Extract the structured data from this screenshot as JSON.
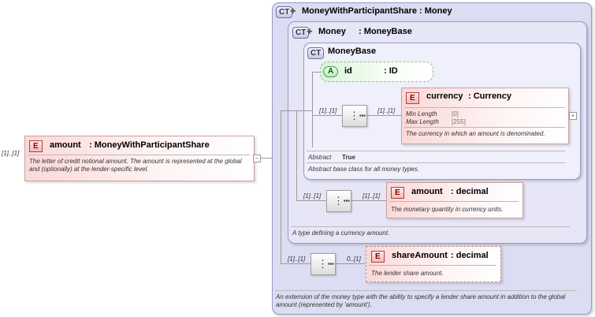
{
  "root": {
    "card": "[1]..[1]",
    "name": "amount",
    "type": ": MoneyWithParticipantShare",
    "doc": "The letter of credit notional amount. The amount is represented at the global and (optionally) at the lender-specific level."
  },
  "ct_outer": {
    "badge": "CT",
    "title": "MoneyWithParticipantShare : Money",
    "doc": "An extension of the money type with the ability to specify a lender share amount in addition to the global amount (represented by 'amount')."
  },
  "ct_money": {
    "badge": "CT",
    "title": "Money",
    "type": ": MoneyBase",
    "doc": "A type defining a currency amount."
  },
  "ct_moneybase": {
    "badge": "CT",
    "title": "MoneyBase",
    "abstract_label": "Abstract",
    "abstract_value": "True",
    "doc": "Abstract base class for all money types."
  },
  "attr_id": {
    "badge": "A",
    "name": "id",
    "type": ": ID"
  },
  "seq1": {
    "card_in": "[1]..[1]",
    "card_out": "[1]..[1]"
  },
  "currency": {
    "badge": "E",
    "name": "currency",
    "type": ": Currency",
    "facet1_label": "Min Length",
    "facet1_value": "[0]",
    "facet2_label": "Max Length",
    "facet2_value": "[255]",
    "doc": "The currency in which an amount is denominated."
  },
  "seq2": {
    "card_in": "[1]..[1]",
    "card_out": "[1]..[1]"
  },
  "amount_decimal": {
    "badge": "E",
    "name": "amount",
    "type": ": decimal",
    "doc": "The monetary quantity in currency units."
  },
  "seq3": {
    "card_in": "[1]..[1]",
    "card_out": "0..[1]"
  },
  "share_amount": {
    "badge": "E",
    "name": "shareAmount",
    "type": ": decimal",
    "doc": "The lender share amount."
  },
  "colors": {
    "element": "#fbd8d8",
    "complex_type": "#dcdcf3",
    "attribute": "#d8f4d8"
  }
}
